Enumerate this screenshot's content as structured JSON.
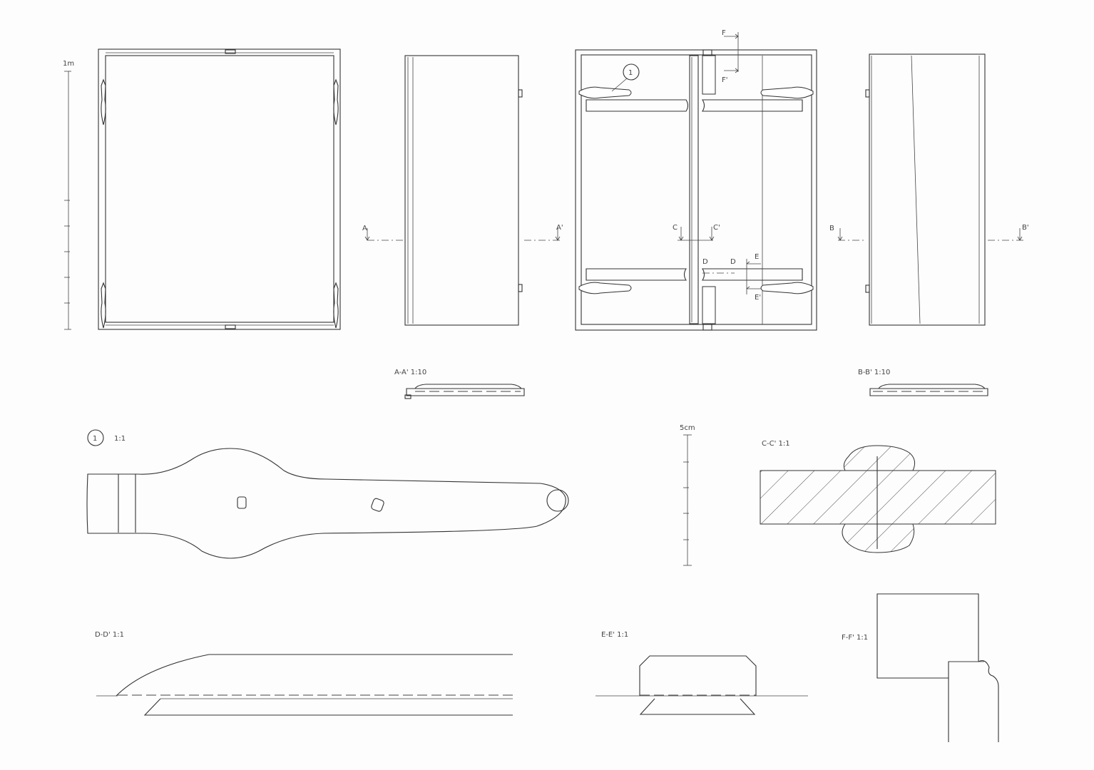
{
  "scale_bar_top": {
    "label": "1m"
  },
  "section_marks": {
    "a": "A",
    "a_prime": "A'",
    "b": "B",
    "b_prime": "B'",
    "c": "C",
    "c_prime": "C'",
    "d": "D",
    "d_prime": "D",
    "e": "E",
    "e_prime": "E'",
    "f": "F",
    "f_prime": "F'",
    "detail_callout": "1"
  },
  "captions": {
    "aa": "A-A'  1:10",
    "bb": "B-B'  1:10",
    "detail1_number": "1",
    "detail1_scale": "1:1",
    "scale_bar_small": "5cm",
    "cc": "C-C'  1:1",
    "dd": "D-D'  1:1",
    "ee": "E-E'  1:1",
    "ff": "F-F'  1:1"
  }
}
